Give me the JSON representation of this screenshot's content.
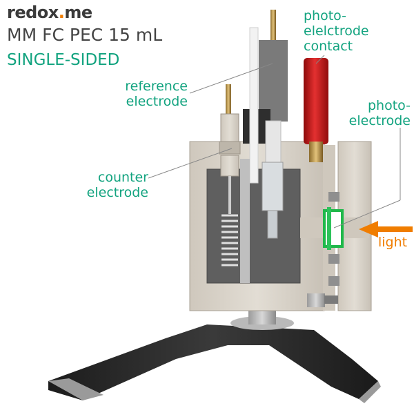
{
  "brand": {
    "part1": "redox",
    "dot": ".",
    "part2": "me"
  },
  "title": {
    "line1": "MM FC PEC 15 mL",
    "line2": "SINGLE-SIDED"
  },
  "labels": {
    "reference": {
      "line1": "reference",
      "line2": "electrode"
    },
    "counter": {
      "line1": "counter",
      "line2": "electrode"
    },
    "photo_contact": {
      "line1": "photo-",
      "line2": "elelctrode",
      "line3": "contact"
    },
    "photo_electrode": {
      "line1": "photo-",
      "line2": "electrode"
    },
    "light": "light"
  },
  "colors": {
    "accent_green": "#12a37f",
    "accent_orange": "#f07d00",
    "body_beige": "#d8d2c8",
    "stand_dark": "#2a2a2a",
    "contact_red": "#d31414"
  }
}
